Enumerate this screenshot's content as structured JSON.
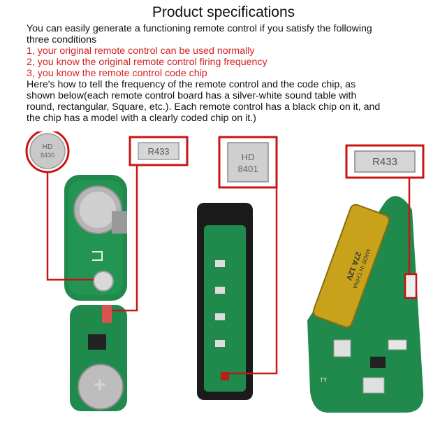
{
  "title": "Product specifications",
  "intro_lines": [
    "You can easily generate a functioning remote control if you satisfy the following",
    "three conditions"
  ],
  "conditions": [
    "1, your original remote control can be used normally",
    "2, you know the original remote control firing frequency",
    "3, you know the remote control code chip"
  ],
  "explanation_lines": [
    "Here's how to tell the frequency of the remote control and the code chip, as",
    "shown below(each remote control board has a silver-white sound table with",
    "round, rectangular, Square, etc.). Each remote control has a black chip on it, and",
    "the chip has a model with a clearly coded chip on it.)"
  ],
  "figures": {
    "left_battery_label": [
      "HD",
      "8430"
    ],
    "left_callout": "R433",
    "middle_callout": [
      "HD",
      "8401"
    ],
    "right_callout": "R433",
    "battery_text": [
      "27A 12V",
      "MADE IN CHINA"
    ],
    "board_mark": "TY"
  },
  "colors": {
    "accent_red": "#d61f1f",
    "pcb_green": "#1f8a4c",
    "callout_line": "#c81414"
  }
}
